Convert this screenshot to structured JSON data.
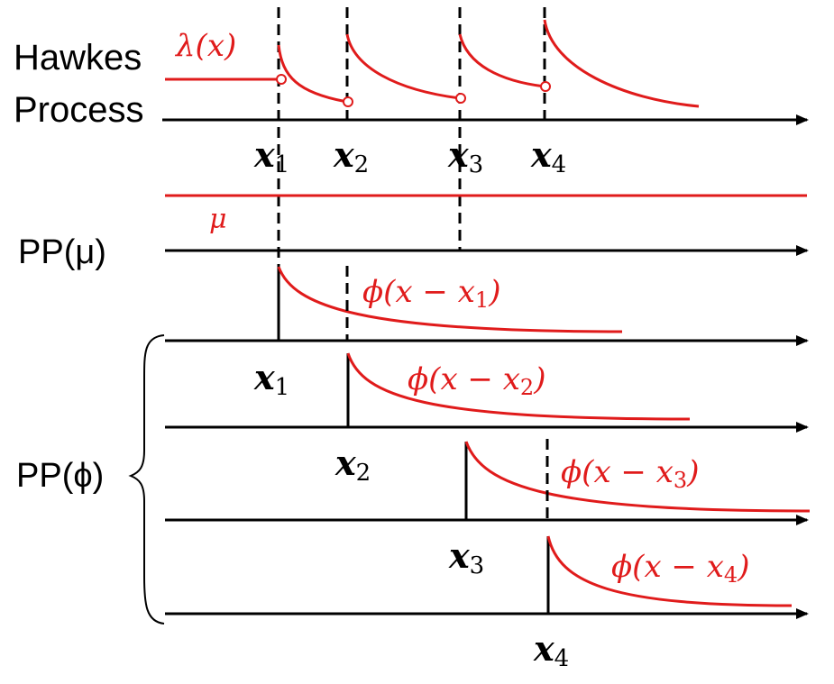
{
  "labels": {
    "hawkes_line1": "Hawkes",
    "hawkes_line2": "Process",
    "pp_mu": "PP(μ)",
    "pp_phi": "PP(ϕ)",
    "lambda": "λ(x)",
    "mu": "μ"
  },
  "events": [
    {
      "name": "x",
      "sub": "1"
    },
    {
      "name": "x",
      "sub": "2"
    },
    {
      "name": "x",
      "sub": "3"
    },
    {
      "name": "x",
      "sub": "4"
    }
  ],
  "kernels": [
    {
      "text": "ϕ(x − x",
      "sub": "1",
      "close": ")"
    },
    {
      "text": "ϕ(x − x",
      "sub": "2",
      "close": ")"
    },
    {
      "text": "ϕ(x − x",
      "sub": "3",
      "close": ")"
    },
    {
      "text": "ϕ(x − x",
      "sub": "4",
      "close": ")"
    }
  ],
  "colors": {
    "curve": "#e01b1b",
    "axis": "#000000"
  }
}
